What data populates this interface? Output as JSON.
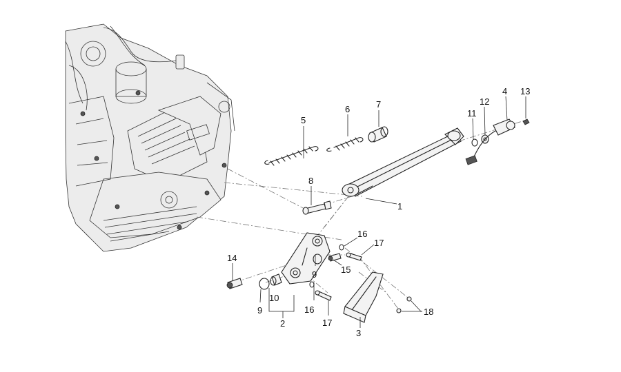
{
  "callouts": {
    "c1": "1",
    "c2": "2",
    "c3": "3",
    "c4": "4",
    "c5": "5",
    "c6": "6",
    "c7": "7",
    "c8": "8",
    "c9a": "9",
    "c9b": "9",
    "c10": "10",
    "c11": "11",
    "c12": "12",
    "c13": "13",
    "c14": "14",
    "c15": "15",
    "c16a": "16",
    "c16b": "16",
    "c17a": "17",
    "c17b": "17",
    "c18": "18"
  }
}
